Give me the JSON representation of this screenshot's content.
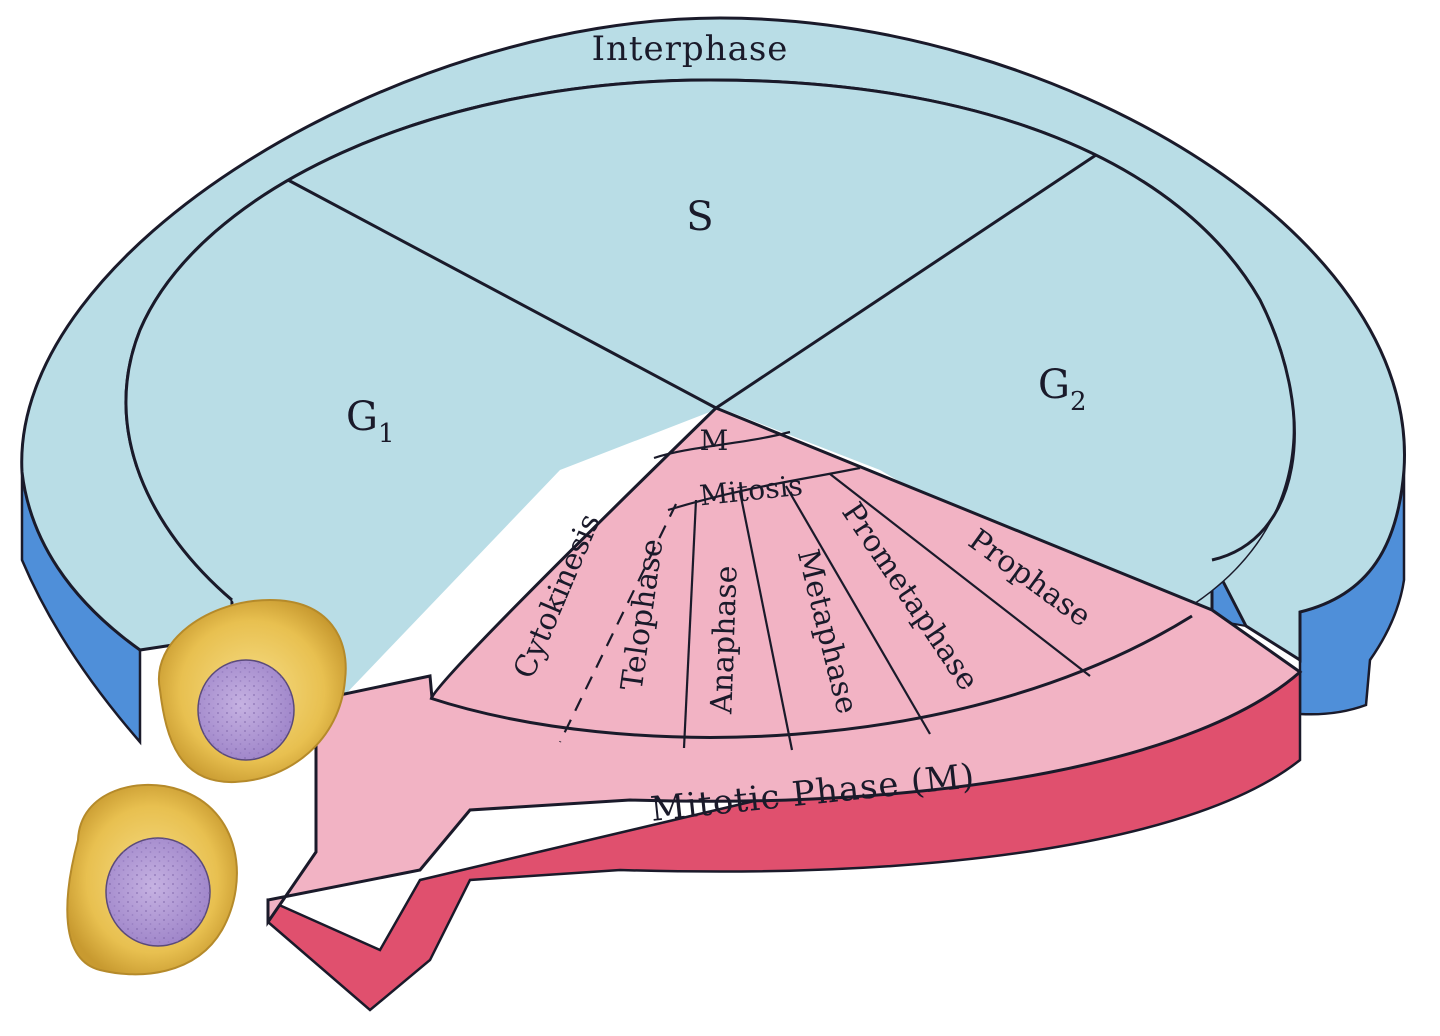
{
  "labels": {
    "interphase": "Interphase",
    "s": "S",
    "g1_letter": "G",
    "g1_sub": "1",
    "g2_letter": "G",
    "g2_sub": "2",
    "m": "M",
    "mitosis": "Mitosis",
    "cytokinesis": "Cytokinesis",
    "telophase": "Telophase",
    "anaphase": "Anaphase",
    "metaphase": "Metaphase",
    "prometaphase": "Prometaphase",
    "prophase": "Prophase",
    "mitotic_phase": "Mitotic Phase (M)"
  },
  "colors": {
    "interphase_top": "#b9dde6",
    "interphase_side": "#4f8fd9",
    "mitotic_top": "#f2b3c4",
    "mitotic_side": "#e0506e",
    "cell_body": "#e9c35a",
    "nucleus": "#b39ad6"
  },
  "icons": {
    "daughter_cell": "daughter-cell-icon"
  }
}
